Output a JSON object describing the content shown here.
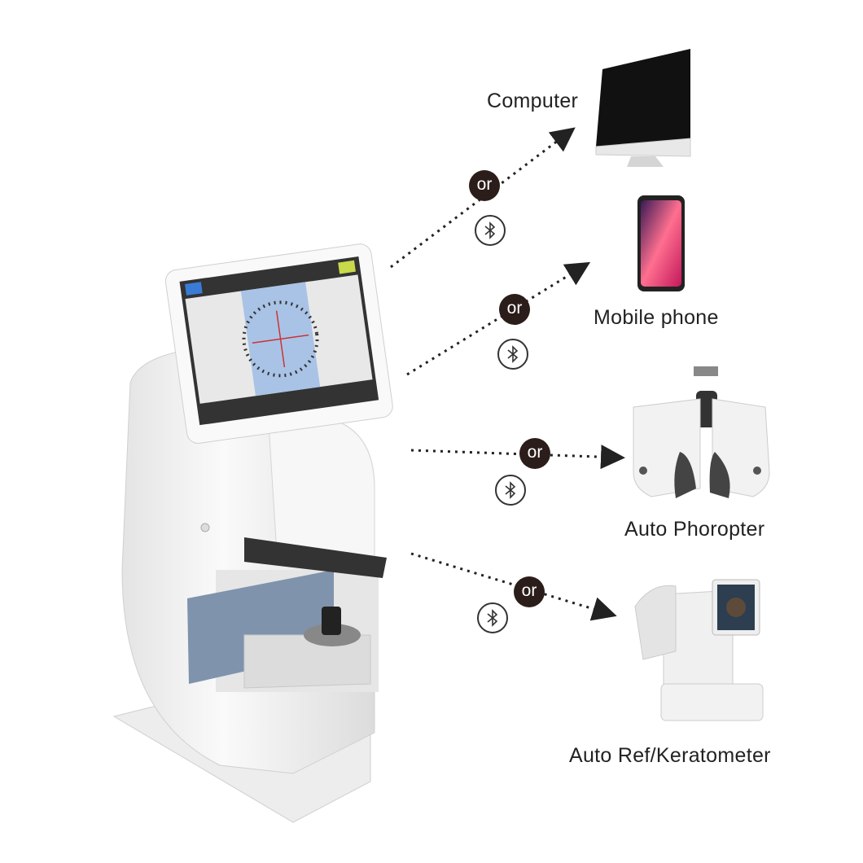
{
  "targets": [
    {
      "label": "Computer",
      "connector": "or",
      "icon": "bluetooth-icon"
    },
    {
      "label": "Mobile phone",
      "connector": "or",
      "icon": "bluetooth-icon"
    },
    {
      "label": "Auto Phoropter",
      "connector": "or",
      "icon": "bluetooth-icon"
    },
    {
      "label": "Auto Ref/Keratometer",
      "connector": "or",
      "icon": "bluetooth-icon"
    }
  ],
  "colors": {
    "connector_bg": "#2b1d1a",
    "device_body": "#f2f2f2",
    "device_accent": "#7f93ad",
    "screen_blue": "#a9c3e6"
  }
}
